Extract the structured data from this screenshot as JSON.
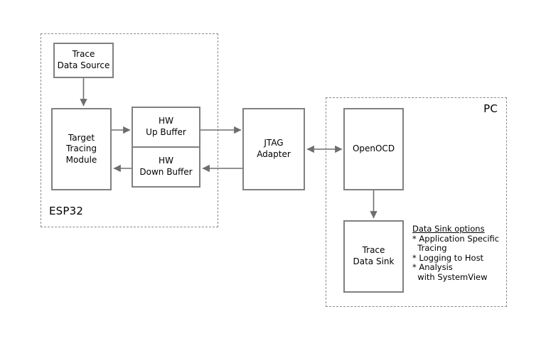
{
  "diagram": {
    "groups": {
      "esp32": {
        "label": "ESP32"
      },
      "pc": {
        "label": "PC"
      }
    },
    "nodes": {
      "trace_data_source": {
        "label": "Trace\nData Source"
      },
      "target_tracing_module": {
        "label": "Target\nTracing\nModule"
      },
      "hw_up_buffer": {
        "label": "HW\nUp Buffer"
      },
      "hw_down_buffer": {
        "label": "HW\nDown Buffer"
      },
      "jtag_adapter": {
        "label": "JTAG\nAdapter"
      },
      "openocd": {
        "label": "OpenOCD"
      },
      "trace_data_sink": {
        "label": "Trace\nData Sink"
      }
    },
    "notes": {
      "title": "Data Sink options",
      "items": [
        "* Application Specific",
        "  Tracing",
        "* Logging to Host",
        "* Analysis",
        "  with SystemView"
      ]
    },
    "colors": {
      "box_border": "#808080",
      "group_border": "#8a8a8a",
      "arrow": "#6e6e6e",
      "text": "#000000",
      "background": "#ffffff"
    }
  }
}
